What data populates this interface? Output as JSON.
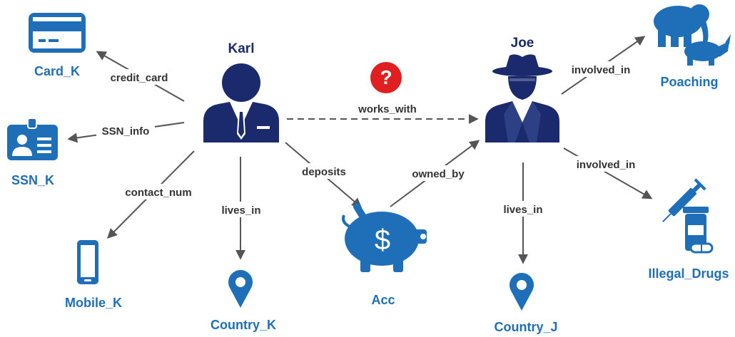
{
  "colors": {
    "person": "#1a2a6c",
    "entity": "#1f6fb8",
    "edge": "#555555",
    "edge_label": "#333333",
    "question": "#e02020"
  },
  "nodes": {
    "karl": {
      "label": "Karl",
      "icon": "businessman-icon"
    },
    "joe": {
      "label": "Joe",
      "icon": "spy-icon"
    },
    "card_k": {
      "label": "Card_K",
      "icon": "credit-card-icon"
    },
    "ssn_k": {
      "label": "SSN_K",
      "icon": "id-badge-icon"
    },
    "mobile_k": {
      "label": "Mobile_K",
      "icon": "smartphone-icon"
    },
    "country_k": {
      "label": "Country_K",
      "icon": "map-pin-icon"
    },
    "acc": {
      "label": "Acc",
      "icon": "piggy-bank-icon"
    },
    "country_j": {
      "label": "Country_J",
      "icon": "map-pin-icon"
    },
    "poaching": {
      "label": "Poaching",
      "icon": "elephant-rhino-icon"
    },
    "illegal_drugs": {
      "label": "Illegal_Drugs",
      "icon": "syringe-pills-icon"
    }
  },
  "edges": {
    "credit_card": "credit_card",
    "ssn_info": "SSN_info",
    "contact_num": "contact_num",
    "lives_in_k": "lives_in",
    "deposits": "deposits",
    "works_with": "works_with",
    "owned_by": "owned_by",
    "lives_in_j": "lives_in",
    "involved_in_poaching": "involved_in",
    "involved_in_drugs": "involved_in"
  },
  "uncertain_marker": "?"
}
